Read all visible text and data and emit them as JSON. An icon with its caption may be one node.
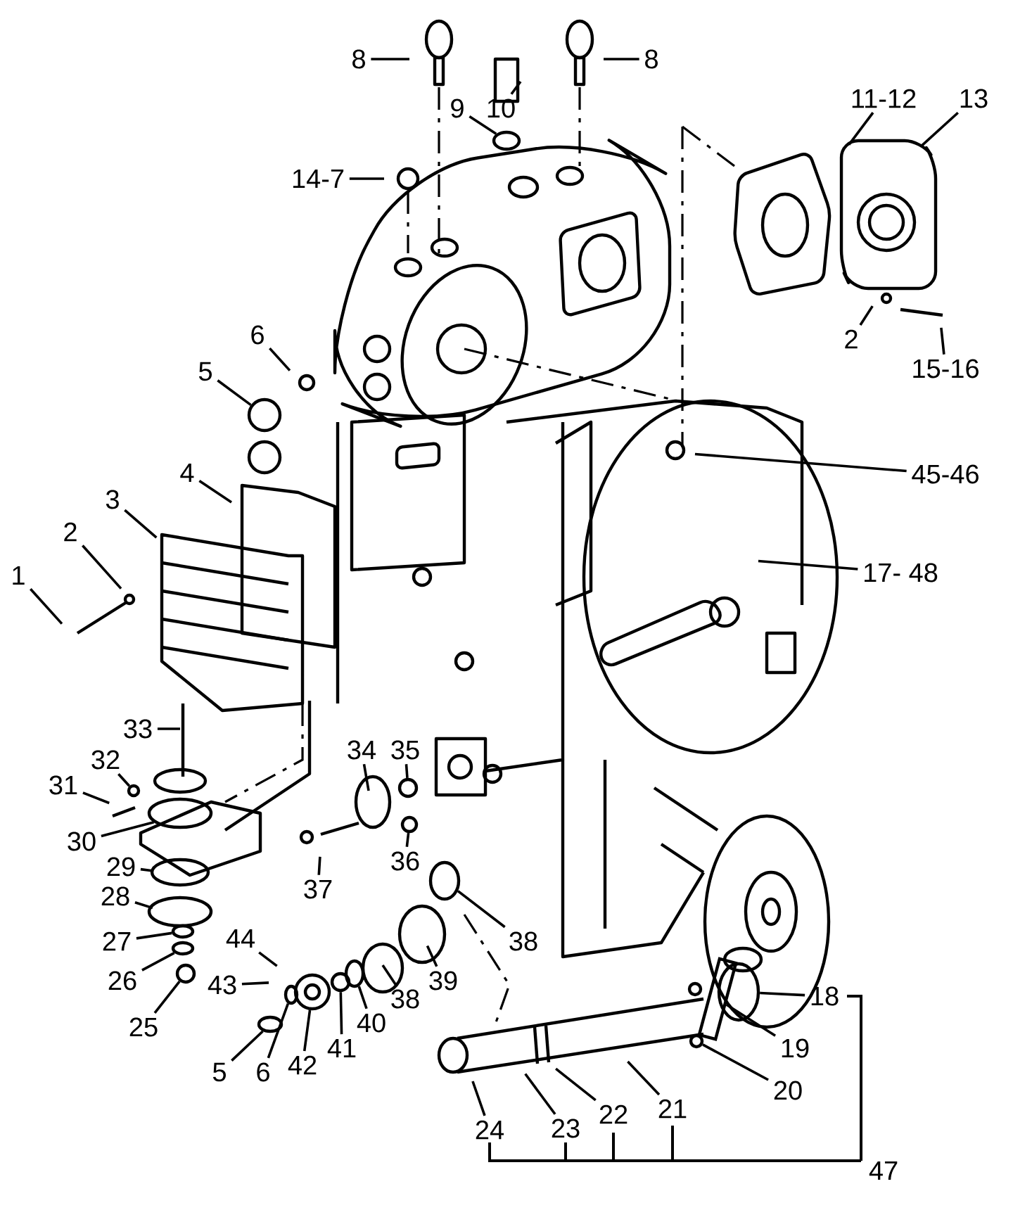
{
  "diagram": {
    "nodes": [
      {
        "text": [
          "8"
        ]
      },
      {
        "text": [
          "8"
        ]
      },
      {
        "text": [
          "9"
        ]
      },
      {
        "text": [
          "10"
        ]
      },
      {
        "text": [
          "11-12"
        ]
      },
      {
        "text": [
          "13"
        ]
      },
      {
        "text": [
          "14-7"
        ]
      },
      {
        "text": [
          "6"
        ]
      },
      {
        "text": [
          "5"
        ]
      },
      {
        "text": [
          "2"
        ]
      },
      {
        "text": [
          "15-16"
        ]
      },
      {
        "text": [
          "45-46"
        ]
      },
      {
        "text": [
          "17- 48"
        ]
      },
      {
        "text": [
          "4"
        ]
      },
      {
        "text": [
          "3"
        ]
      },
      {
        "text": [
          "2"
        ]
      },
      {
        "text": [
          "1"
        ]
      },
      {
        "text": [
          "33"
        ]
      },
      {
        "text": [
          "32"
        ]
      },
      {
        "text": [
          "31"
        ]
      },
      {
        "text": [
          "34"
        ]
      },
      {
        "text": [
          "35"
        ]
      },
      {
        "text": [
          "30"
        ]
      },
      {
        "text": [
          "36"
        ]
      },
      {
        "text": [
          "29"
        ]
      },
      {
        "text": [
          "28"
        ]
      },
      {
        "text": [
          "37"
        ]
      },
      {
        "text": [
          "27"
        ]
      },
      {
        "text": [
          "26"
        ]
      },
      {
        "text": [
          "44"
        ]
      },
      {
        "text": [
          "38"
        ]
      },
      {
        "text": [
          "43"
        ]
      },
      {
        "text": [
          "38"
        ]
      },
      {
        "text": [
          "39"
        ]
      },
      {
        "text": [
          "25"
        ]
      },
      {
        "text": [
          "40"
        ]
      },
      {
        "text": [
          "41"
        ]
      },
      {
        "text": [
          "42"
        ]
      },
      {
        "text": [
          "5"
        ]
      },
      {
        "text": [
          "6"
        ]
      },
      {
        "text": [
          "18"
        ]
      },
      {
        "text": [
          "19"
        ]
      },
      {
        "text": [
          "20"
        ]
      },
      {
        "text": [
          "21"
        ]
      },
      {
        "text": [
          "22"
        ]
      },
      {
        "text": [
          "23"
        ]
      },
      {
        "text": [
          "24"
        ]
      },
      {
        "text": [
          "47"
        ]
      },
      {
        "text": [],
        "shape": "circle"
      },
      {
        "text": [],
        "shape": "circle"
      },
      {
        "text": [],
        "shape": "circle"
      },
      {
        "text": [],
        "shape": "circle"
      },
      {
        "text": [],
        "shape": "circle"
      },
      {
        "text": [],
        "shape": "circle"
      },
      {
        "text": [],
        "shape": "circle"
      },
      {
        "text": [],
        "shape": "circle"
      },
      {
        "text": [],
        "shape": "circle"
      },
      {
        "text": [],
        "shape": "circle"
      },
      {
        "text": [],
        "shape": "circle"
      },
      {
        "text": [],
        "shape": "circle"
      },
      {
        "text": [],
        "shape": "circle"
      },
      {
        "text": [],
        "shape": "circle"
      },
      {
        "text": [],
        "shape": "bar"
      },
      {
        "text": [],
        "shape": "circle"
      },
      {
        "text": [],
        "shape": "circle"
      }
    ],
    "edges": [
      {
        "from": 0,
        "to": null,
        "arrow": "none"
      },
      {
        "from": 1,
        "to": null,
        "arrow": "none"
      },
      {
        "from": 2,
        "to": 48,
        "arrow": "none"
      },
      {
        "from": 3,
        "to": null,
        "arrow": "none"
      },
      {
        "from": 4,
        "to": null,
        "arrow": "none"
      },
      {
        "from": 5,
        "to": null,
        "arrow": "none"
      },
      {
        "from": 6,
        "to": null,
        "arrow": "none"
      },
      {
        "from": 7,
        "to": null,
        "arrow": "none"
      },
      {
        "from": 8,
        "to": 49,
        "arrow": "none"
      },
      {
        "from": 9,
        "to": null,
        "arrow": "none"
      },
      {
        "from": 10,
        "to": null,
        "arrow": "none"
      },
      {
        "from": 11,
        "to": null,
        "arrow": "none"
      },
      {
        "from": 12,
        "to": null,
        "arrow": "none"
      },
      {
        "from": 13,
        "to": null,
        "arrow": "none"
      },
      {
        "from": 14,
        "to": null,
        "arrow": "none"
      },
      {
        "from": 15,
        "to": null,
        "arrow": "none"
      },
      {
        "from": 16,
        "to": null,
        "arrow": "none"
      },
      {
        "from": 17,
        "to": null,
        "arrow": "none"
      },
      {
        "from": 18,
        "to": 50,
        "arrow": "none"
      },
      {
        "from": 19,
        "to": null,
        "arrow": "none"
      },
      {
        "from": 20,
        "to": null,
        "arrow": "none"
      },
      {
        "from": 21,
        "to": 51,
        "arrow": "none"
      },
      {
        "from": 22,
        "to": null,
        "arrow": "none"
      },
      {
        "from": 23,
        "to": 52,
        "arrow": "none"
      },
      {
        "from": 24,
        "to": null,
        "arrow": "none"
      },
      {
        "from": 25,
        "to": null,
        "arrow": "none"
      },
      {
        "from": 26,
        "to": null,
        "arrow": "none"
      },
      {
        "from": 27,
        "to": 64,
        "arrow": "none"
      },
      {
        "from": 28,
        "to": 63,
        "arrow": "none"
      },
      {
        "from": 29,
        "to": null,
        "arrow": "none"
      },
      {
        "from": 30,
        "to": 53,
        "arrow": "none"
      },
      {
        "from": 31,
        "to": null,
        "arrow": "none"
      },
      {
        "from": 32,
        "to": null,
        "arrow": "none"
      },
      {
        "from": 33,
        "to": null,
        "arrow": "none"
      },
      {
        "from": 34,
        "to": 54,
        "arrow": "none"
      },
      {
        "from": 35,
        "to": 55,
        "arrow": "none"
      },
      {
        "from": 36,
        "to": 56,
        "arrow": "none"
      },
      {
        "from": 37,
        "to": 57,
        "arrow": "none"
      },
      {
        "from": 38,
        "to": 58,
        "arrow": "none"
      },
      {
        "from": 39,
        "to": 61,
        "arrow": "none"
      },
      {
        "from": 40,
        "to": 59,
        "arrow": "none"
      },
      {
        "from": 41,
        "to": 62,
        "arrow": "none"
      },
      {
        "from": 42,
        "to": 60,
        "arrow": "none"
      },
      {
        "from": 43,
        "to": null,
        "arrow": "none"
      },
      {
        "from": 44,
        "to": null,
        "arrow": "none"
      },
      {
        "from": 45,
        "to": null,
        "arrow": "none"
      },
      {
        "from": 46,
        "to": null,
        "arrow": "none"
      }
    ]
  }
}
